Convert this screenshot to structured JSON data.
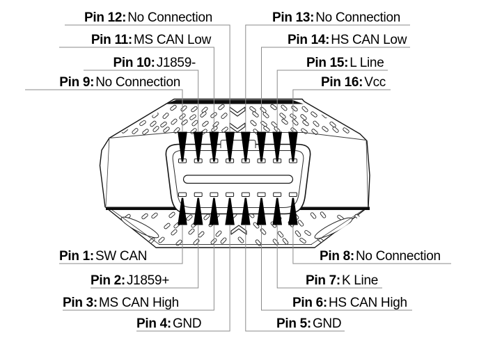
{
  "pins": [
    {
      "name": "Pin 1:",
      "value": "SW CAN"
    },
    {
      "name": "Pin 2:",
      "value": "J1859+"
    },
    {
      "name": "Pin 3:",
      "value": "MS CAN High"
    },
    {
      "name": "Pin 4:",
      "value": "GND"
    },
    {
      "name": "Pin 5:",
      "value": "GND"
    },
    {
      "name": "Pin 6:",
      "value": "HS CAN High"
    },
    {
      "name": "Pin 7:",
      "value": "K Line"
    },
    {
      "name": "Pin 8:",
      "value": "No Connection"
    },
    {
      "name": "Pin 9:",
      "value": "No Connection"
    },
    {
      "name": "Pin 10:",
      "value": "J1859-"
    },
    {
      "name": "Pin 11:",
      "value": "MS CAN Low"
    },
    {
      "name": "Pin 12:",
      "value": "No Connection"
    },
    {
      "name": "Pin 13:",
      "value": "No Connection"
    },
    {
      "name": "Pin 14:",
      "value": "HS CAN Low"
    },
    {
      "name": "Pin 15:",
      "value": "L Line"
    },
    {
      "name": "Pin 16:",
      "value": "Vcc"
    }
  ],
  "pin_rows": {
    "top_left_to_right": [
      9,
      10,
      11,
      12,
      13,
      14,
      15,
      16
    ],
    "bottom_left_to_right": [
      1,
      2,
      3,
      4,
      5,
      6,
      7,
      8
    ]
  },
  "colors": {
    "ink": "#000000",
    "outline": "#141414",
    "detail": "#2a2a2a",
    "leader": "#8a8a8a",
    "background": "#ffffff"
  }
}
